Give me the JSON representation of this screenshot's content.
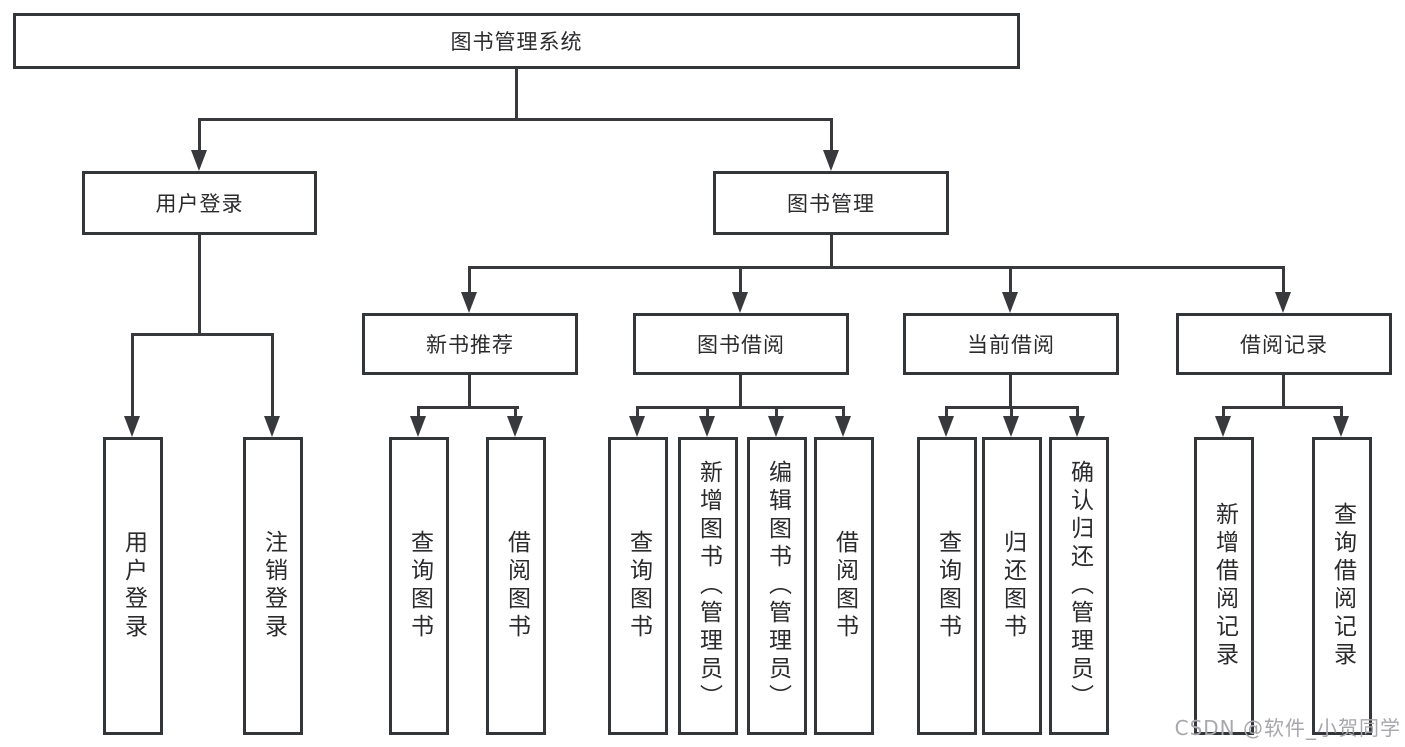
{
  "tree": {
    "root": {
      "label": "图书管理系统"
    },
    "level2": [
      {
        "label": "用户登录",
        "children": [
          {
            "label": "用户登录"
          },
          {
            "label": "注销登录"
          }
        ]
      },
      {
        "label": "图书管理",
        "children": [
          {
            "label": "新书推荐",
            "children": [
              {
                "label": "查询图书"
              },
              {
                "label": "借阅图书"
              }
            ]
          },
          {
            "label": "图书借阅",
            "children": [
              {
                "label": "查询图书"
              },
              {
                "label": "新增图书（管理员）"
              },
              {
                "label": "编辑图书（管理员）"
              },
              {
                "label": "借阅图书"
              }
            ]
          },
          {
            "label": "当前借阅",
            "children": [
              {
                "label": "查询图书"
              },
              {
                "label": "归还图书"
              },
              {
                "label": "确认归还（管理员）"
              }
            ]
          },
          {
            "label": "借阅记录",
            "children": [
              {
                "label": "新增借阅记录"
              },
              {
                "label": "查询借阅记录"
              }
            ]
          }
        ]
      }
    ]
  },
  "watermark": {
    "text": "CSDN @软件_小贺同学",
    "color": "#a7a7ac"
  },
  "colors": {
    "line": "#38393c",
    "box_border": "#333639",
    "text": "#2b2b2e",
    "background": "#ffffff"
  }
}
